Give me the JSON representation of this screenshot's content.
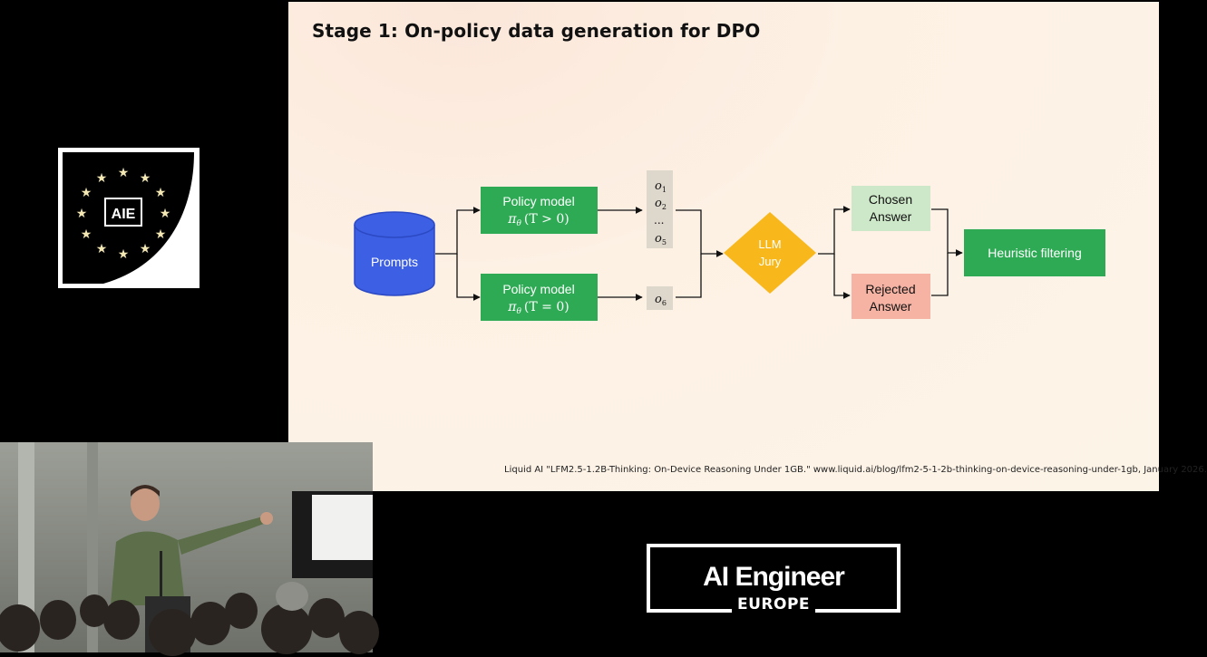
{
  "slide": {
    "title": "Stage 1: On-policy data generation for DPO",
    "citation": "Liquid AI  \"LFM2.5-1.2B-Thinking: On-Device Reasoning Under 1GB.\" www.liquid.ai/blog/lfm2-5-1-2b-thinking-on-device-reasoning-under-1gb, January 2026."
  },
  "diagram": {
    "prompts": "Prompts",
    "policy_model_1": {
      "label": "Policy model",
      "pi": "π",
      "theta": "θ",
      "cond": "(T > 0)"
    },
    "policy_model_2": {
      "label": "Policy model",
      "pi": "π",
      "theta": "θ",
      "cond": "(T = 0)"
    },
    "outputs_1": {
      "o": "o",
      "sub1": "1",
      "sub2": "2",
      "ellipsis": "...",
      "sub5": "5"
    },
    "outputs_2": {
      "o": "o",
      "sub6": "6"
    },
    "jury": {
      "line1": "LLM",
      "line2": "Jury"
    },
    "chosen": {
      "line1": "Chosen",
      "line2": "Answer"
    },
    "rejected": {
      "line1": "Rejected",
      "line2": "Answer"
    },
    "heuristic": "Heuristic filtering"
  },
  "aie_logo": {
    "text": "AIE"
  },
  "brand": {
    "name": "AI Engineer",
    "sub": "EUROPE"
  },
  "colors": {
    "prompts_blue": "#3d5fe3",
    "green": "#2eaa55",
    "jury_yellow": "#f8b81c",
    "chosen_bg": "#cde8c8",
    "rejected_bg": "#f6b3a4",
    "output_bg": "#ded7cc"
  }
}
